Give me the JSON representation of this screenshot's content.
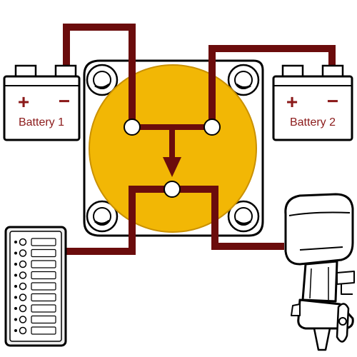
{
  "battery_1": {
    "label": "Battery 1",
    "plus_symbol": "+",
    "minus_symbol": "−"
  },
  "battery_2": {
    "label": "Battery 2",
    "plus_symbol": "+",
    "minus_symbol": "−"
  },
  "switch": {
    "name": "battery-selector-switch"
  },
  "distribution_panel": {
    "name": "breaker-panel"
  },
  "outboard_motor": {
    "name": "outboard-motor"
  },
  "colors": {
    "wire": "#6b0c0c",
    "switch_face": "#f2b705",
    "outline": "#000000",
    "background": "#ffffff",
    "panel": "#e8e8e8"
  }
}
